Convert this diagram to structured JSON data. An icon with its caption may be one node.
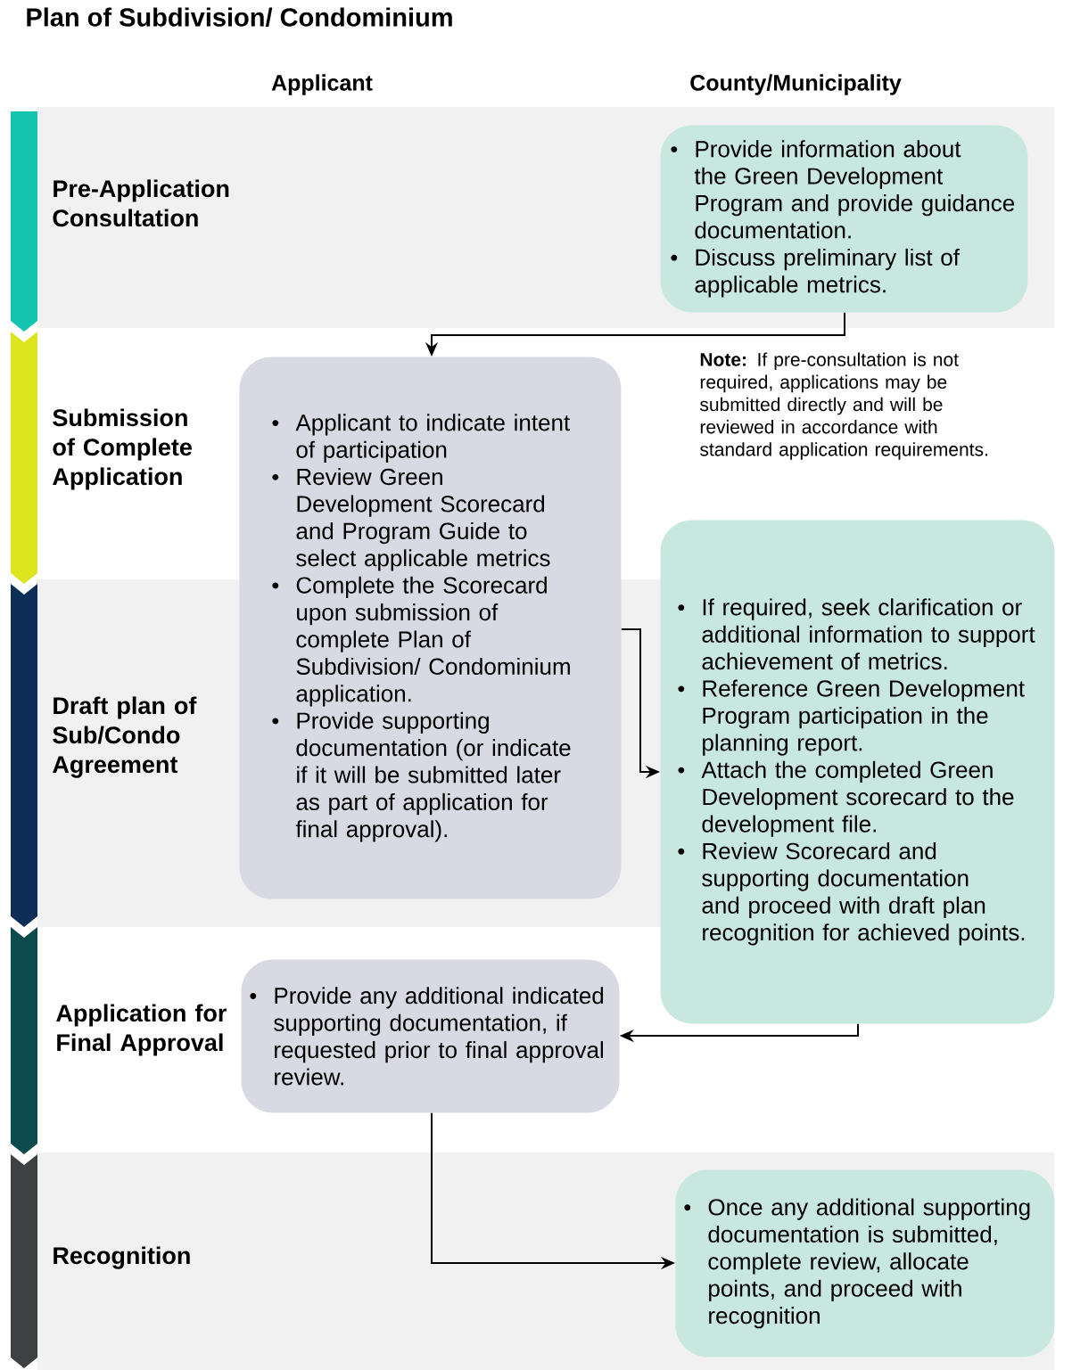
{
  "diagram": {
    "title": "Plan of Subdivision/ Condominium",
    "nodes": [
      {
        "text": [
          "Provide information about the Green Development Program and provide guidance documentation.",
          "Discuss preliminary list of applicable metrics."
        ]
      },
      {
        "text": [
          "Applicant to indicate intent of participation",
          "Review Green Development Scorecard and Program Guide to select applicable metrics",
          "Complete the Scorecard upon submission of complete Plan of Subdivision/ Condominium application.",
          "Provide supporting documentation (or indicate if it will be submitted later as part of application for final approval)."
        ]
      },
      {
        "text": [
          "If required, seek clarification or additional information to support achievement of metrics.",
          "Reference Green Development Program participation in the planning report.",
          "Attach the completed Green Development scorecard to the development file.",
          "Review Scorecard and supporting documentation and proceed with draft plan recognition for achieved points."
        ]
      },
      {
        "text": [
          "Provide any additional indicated supporting documentation, if requested prior to final approval review."
        ]
      },
      {
        "text": [
          "Once any additional supporting documentation is submitted, complete review, allocate points, and proceed with recognition"
        ]
      }
    ],
    "edges": [
      {
        "from": 0,
        "to": 1,
        "arrow": "to"
      },
      {
        "from": 1,
        "to": 2,
        "arrow": "to"
      },
      {
        "from": 2,
        "to": 3,
        "arrow": "to"
      },
      {
        "from": 3,
        "to": 4,
        "arrow": "to"
      }
    ],
    "labels": [
      "Applicant",
      "County/Municipality",
      "Pre-Application Consultation",
      "Submission of Complete Application",
      "**Note:** If pre-consultation is not required, applications may be submitted directly and will be reviewed in accordance with standard application requirements.",
      "Draft plan of Sub/Condo Agreement",
      "Application for Final Approval",
      "Recognition"
    ]
  }
}
